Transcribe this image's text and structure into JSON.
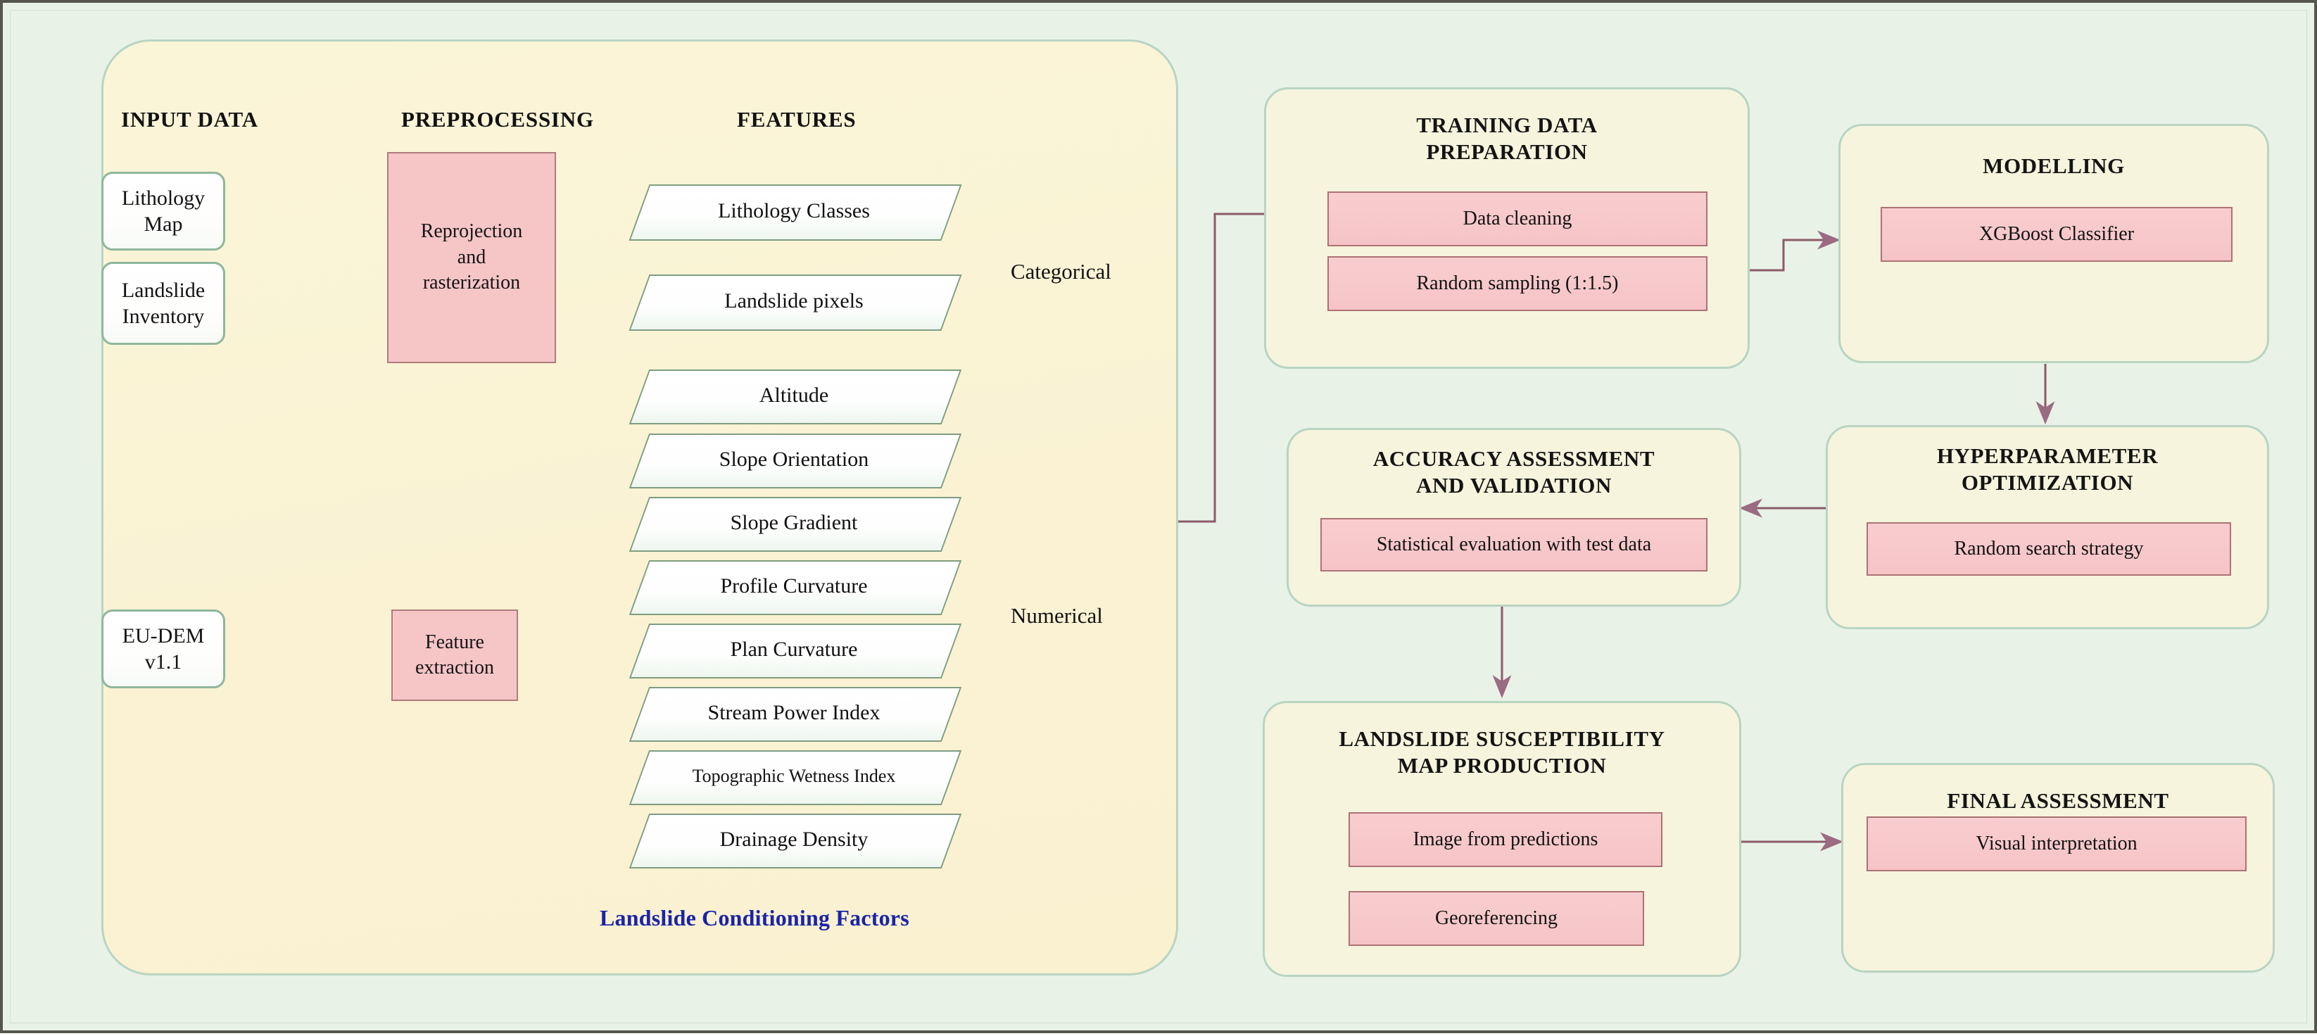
{
  "figure": {
    "type": "flowchart",
    "background_color": "#e9f2e6",
    "panel_color": "#f6f4dd",
    "panel_border_color": "#b9d4c3",
    "process_color": "#f6c5c6",
    "process_border_color": "#b07b7e",
    "connector_color": "#8c5a6a",
    "footer_note_color": "#1a24a8"
  },
  "workflow_panel": {
    "columns": {
      "input_data": "INPUT DATA",
      "preprocessing": "PREPROCESSING",
      "features": "FEATURES"
    },
    "inputs": [
      {
        "label": "Lithology Map"
      },
      {
        "label": "Landslide\nInventory"
      },
      {
        "label": "EU-DEM v1.1"
      }
    ],
    "processes": [
      {
        "label": "Reprojection\nand\nrasterization"
      },
      {
        "label": "Feature\nextraction"
      }
    ],
    "categorical_features": [
      {
        "label": "Lithology Classes"
      },
      {
        "label": "Landslide pixels"
      }
    ],
    "numerical_features": [
      {
        "label": "Altitude"
      },
      {
        "label": "Slope Orientation"
      },
      {
        "label": "Slope Gradient"
      },
      {
        "label": "Profile Curvature"
      },
      {
        "label": "Plan Curvature"
      },
      {
        "label": "Stream Power Index"
      },
      {
        "label": "Topographic Wetness Index"
      },
      {
        "label": "Drainage Density"
      }
    ],
    "bracket_labels": {
      "categorical": "Categorical",
      "numerical": "Numerical"
    },
    "footer_note": "Landslide Conditioning Factors"
  },
  "stages": [
    {
      "id": "training-data-preparation",
      "title": "TRAINING DATA\nPREPARATION",
      "steps": [
        "Data cleaning",
        "Random sampling (1:1.5)"
      ]
    },
    {
      "id": "modelling",
      "title": "MODELLING",
      "steps": [
        "XGBoost Classifier"
      ]
    },
    {
      "id": "hyperparameter-optimization",
      "title": "HYPERPARAMETER\nOPTIMIZATION",
      "steps": [
        "Random search strategy"
      ]
    },
    {
      "id": "accuracy-assessment-and-validation",
      "title": "ACCURACY ASSESSMENT\nAND VALIDATION",
      "steps": [
        "Statistical evaluation with test data"
      ]
    },
    {
      "id": "landslide-susceptibility-map-production",
      "title": "LANDSLIDE SUSCEPTIBILITY\nMAP PRODUCTION",
      "steps": [
        "Image from predictions",
        "Georeferencing"
      ]
    },
    {
      "id": "final-assessment",
      "title": "FINAL ASSESSMENT",
      "steps": [
        "Visual interpretation"
      ]
    }
  ]
}
